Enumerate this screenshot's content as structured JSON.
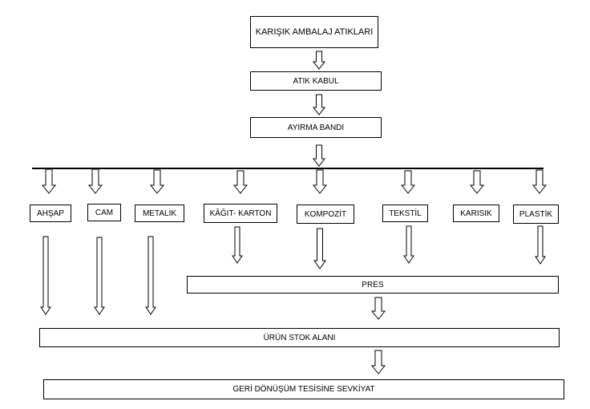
{
  "flow": {
    "top": [
      "KARIŞIK AMBALAJ ATIKLARI",
      "ATIK KABUL",
      "AYIRMA BANDI"
    ],
    "categories": [
      "AHŞAP",
      "CAM",
      "METALİK",
      "KÂĞIT- KARTON",
      "KOMPOZİT",
      "TEKSTİL",
      "KARISIK",
      "PLASTİK"
    ],
    "pres": "PRES",
    "stock": "ÜRÜN STOK ALANI",
    "shipment": "GERİ DÖNÜŞÜM TESİSİNE SEVKİYAT"
  }
}
